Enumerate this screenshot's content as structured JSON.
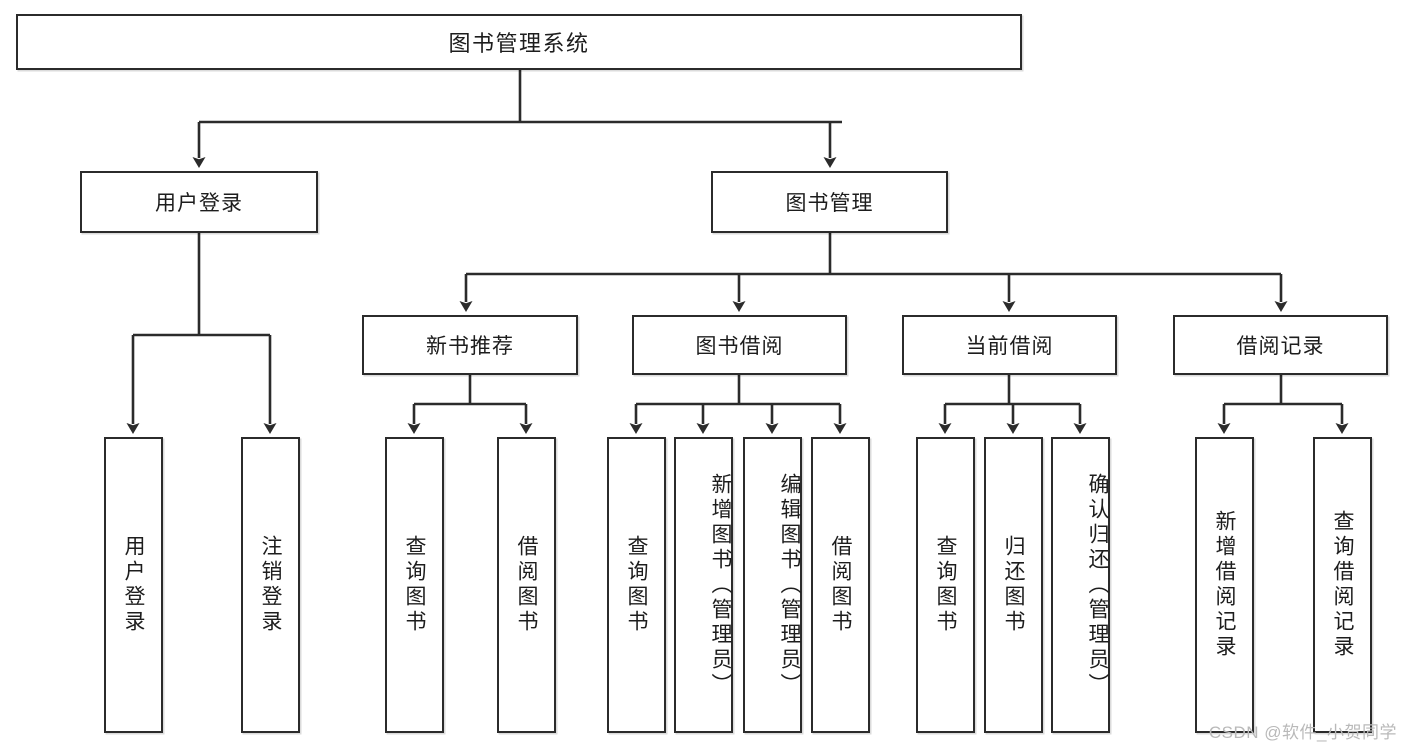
{
  "diagram": {
    "title": "图书管理系统",
    "type": "hierarchy-tree",
    "watermark": "CSDN @软件_小贺同学",
    "colors": {
      "stroke": "#2b2b2b",
      "fill": "#ffffff",
      "text": "#1d1d1d",
      "watermark": "#b9b9b9"
    },
    "root": {
      "label": "图书管理系统"
    },
    "level1": [
      {
        "label": "用户登录"
      },
      {
        "label": "图书管理"
      }
    ],
    "level2": [
      {
        "label": "新书推荐"
      },
      {
        "label": "图书借阅"
      },
      {
        "label": "当前借阅"
      },
      {
        "label": "借阅记录"
      }
    ],
    "leaves": {
      "user_login": [
        {
          "label": "用户登录"
        },
        {
          "label": "注销登录"
        }
      ],
      "new_book_recommend": [
        {
          "label": "查询图书"
        },
        {
          "label": "借阅图书"
        }
      ],
      "book_borrow": [
        {
          "label": "查询图书"
        },
        {
          "label": "新增图书（管理员）"
        },
        {
          "label": "编辑图书（管理员）"
        },
        {
          "label": "借阅图书"
        }
      ],
      "current_borrow": [
        {
          "label": "查询图书"
        },
        {
          "label": "归还图书"
        },
        {
          "label": "确认归还（管理员）"
        }
      ],
      "borrow_record": [
        {
          "label": "新增借阅记录"
        },
        {
          "label": "查询借阅记录"
        }
      ]
    }
  }
}
